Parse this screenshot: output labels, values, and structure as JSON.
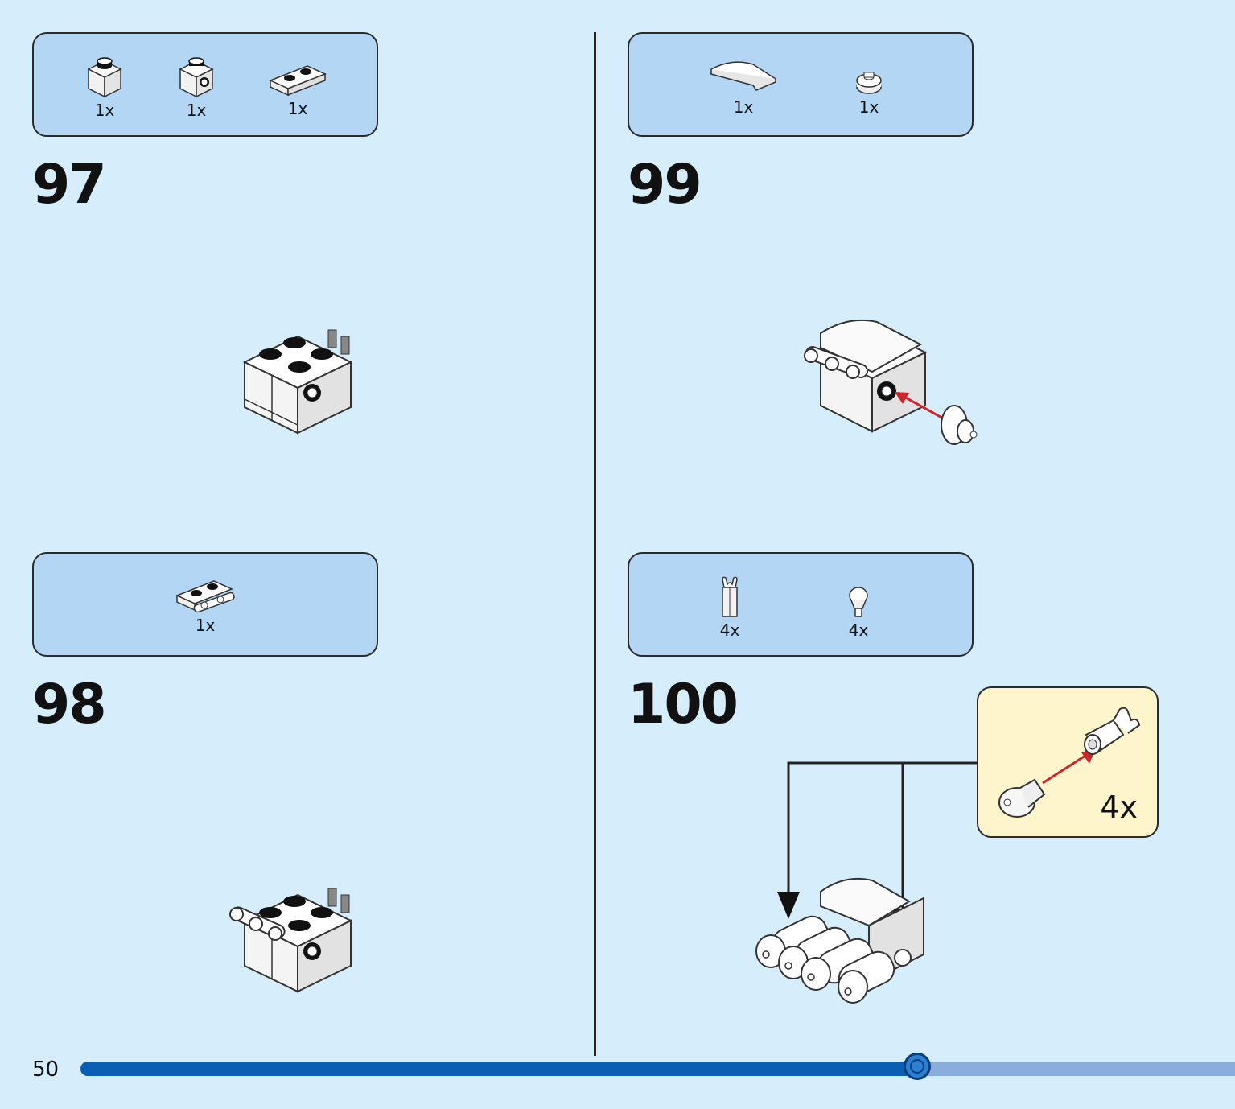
{
  "page": {
    "number": "50",
    "progress_fraction": 0.725
  },
  "steps": [
    {
      "number": "97",
      "parts": [
        {
          "icon": "brick-1x1-icon",
          "qty": "1x"
        },
        {
          "icon": "brick-1x1-side-stud-icon",
          "qty": "1x"
        },
        {
          "icon": "plate-1x2-icon",
          "qty": "1x"
        }
      ]
    },
    {
      "number": "98",
      "parts": [
        {
          "icon": "plate-1x2-bar-icon",
          "qty": "1x"
        }
      ]
    },
    {
      "number": "99",
      "parts": [
        {
          "icon": "curved-slope-icon",
          "qty": "1x"
        },
        {
          "icon": "round-plate-icon",
          "qty": "1x"
        }
      ]
    },
    {
      "number": "100",
      "parts": [
        {
          "icon": "bar-holder-clip-icon",
          "qty": "4x"
        },
        {
          "icon": "cone-piece-icon",
          "qty": "4x"
        }
      ],
      "subassembly": {
        "qty": "4x"
      }
    }
  ],
  "colors": {
    "background": "#d6edfb",
    "callout": "#b3d6f4",
    "subassembly": "#fff5cc",
    "arrow": "#d0242b",
    "progress": "#0a5fb3"
  }
}
